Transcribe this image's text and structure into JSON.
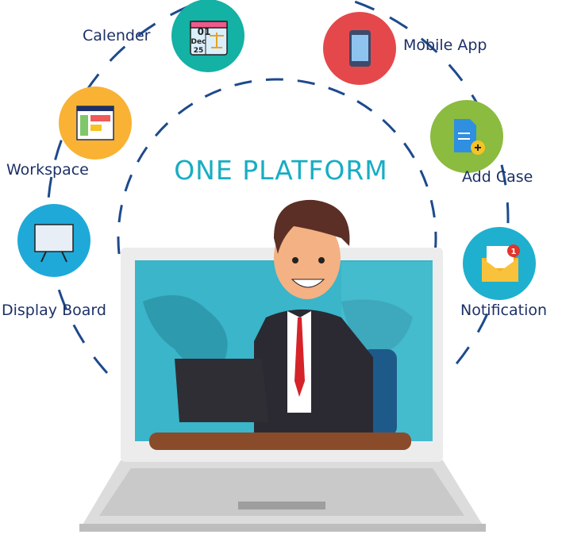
{
  "title": "ONE PLATFORM",
  "features": [
    {
      "label": "Calender",
      "icon": "calendar-icon",
      "color": "#14b1a5"
    },
    {
      "label": "Mobile App",
      "icon": "mobile-phone-icon",
      "color": "#e5484b"
    },
    {
      "label": "Add Case",
      "icon": "add-document-icon",
      "color": "#8bbb3f"
    },
    {
      "label": "Notification",
      "icon": "envelope-icon",
      "color": "#1fb0cf"
    },
    {
      "label": "Display Board",
      "icon": "display-board-icon",
      "color": "#1fa9d8"
    },
    {
      "label": "Workspace",
      "icon": "browser-window-icon",
      "color": "#f9b233"
    }
  ],
  "calendar_icon": {
    "day": "01",
    "month": "Dec",
    "year": "25"
  },
  "notification_badge": "1"
}
